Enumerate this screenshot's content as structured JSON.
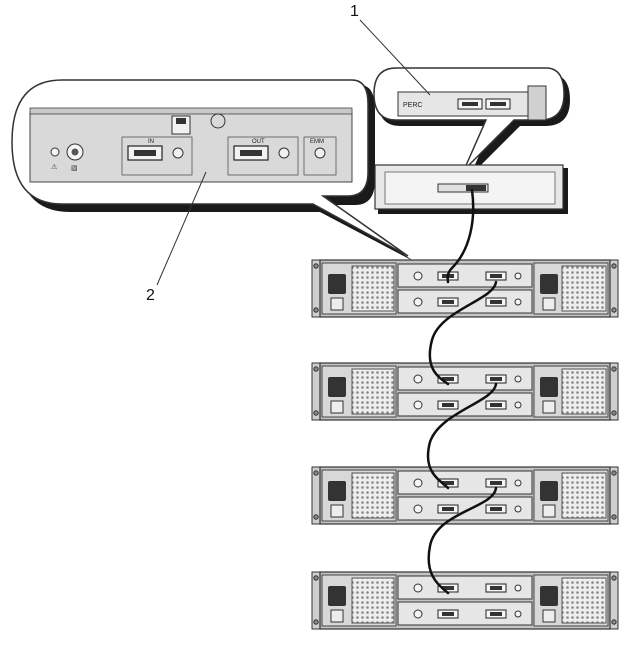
{
  "callouts": {
    "one": "1",
    "two": "2"
  },
  "module_labels": {
    "in": "IN",
    "out": "OUT",
    "emm": "EMM"
  },
  "card_label": "PERC",
  "colors": {
    "line": "#333333",
    "shadow": "#1a1a1a",
    "panel": "#d6d6d6",
    "chassis": "#bfbfbf",
    "module": "#e4e4e4",
    "cable": "#111111"
  }
}
